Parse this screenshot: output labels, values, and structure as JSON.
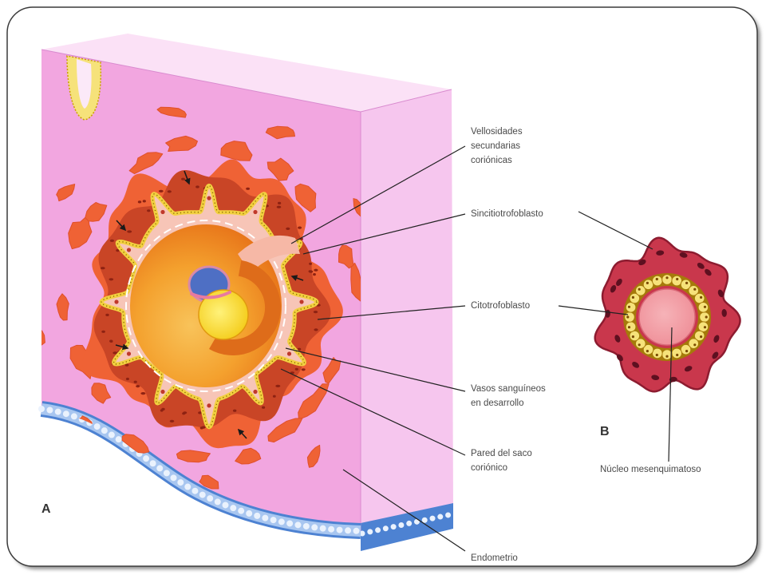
{
  "panels": {
    "a": "A",
    "b": "B"
  },
  "labels": {
    "vellosidades": [
      "Vellosidades",
      "secundarias",
      "coriónicas"
    ],
    "sincitiotrofoblasto": "Sincitiotrofoblasto",
    "citotrofoblasto": "Citotrofoblasto",
    "vasos": [
      "Vasos sanguíneos",
      "en desarrollo"
    ],
    "pared": [
      "Pared del saco",
      "coriónico"
    ],
    "endometrio": "Endometrio",
    "nucleo": "Núcleo mesenquimatoso"
  },
  "colors": {
    "frame_stroke": "#3a3a3a",
    "frame_shadow": "#9a9a9a",
    "front_face": "#f2a6e0",
    "top_face": "#fbe1f6",
    "right_face": "#f6c6ee",
    "face_edge": "#d98bcf",
    "epithelium_dark": "#4d82d2",
    "epithelium": "#a8c6f0",
    "epithelium_cell": "#eaf2fd",
    "gland": "#f6e27a",
    "gland_edge": "#c8a000",
    "gland_lumen": "#fbe9f8",
    "lacuna": "#ef6235",
    "lacuna_edge": "#e0502a",
    "syncytio": "#c94526",
    "syncytio_nucleus": "#8e2212",
    "villus_core": "#f7c5b7",
    "cytotrophoblast": "#f2d040",
    "cytotrophoblast_dots": "#8a6a00",
    "vessel": "#c0392b",
    "membrane": "#ffffff",
    "cavity_light": "#f8c35a",
    "cavity_mid": "#f4a12e",
    "cavity": "#e8761a",
    "stalk": "#f6b8a6",
    "crescent": "#de6c1a",
    "amnion": "#4e6fc4",
    "amnion_edge": "#d88aa8",
    "yolk_light": "#fff27a",
    "yolk_sac": "#f4cd1c",
    "yolk_edge": "#e09a10",
    "embryo_disc": "#e87aa0",
    "b_syncytio": "#c9374c",
    "b_syncytio_edge": "#8d1c30",
    "b_nucleus": "#5e1020",
    "b_cell": "#f6e27a",
    "b_cell_edge": "#a57a0a",
    "b_cell_nucleus": "#7a4a00",
    "b_core_light": "#f6b3b8",
    "b_core": "#ef8f98",
    "b_core_edge": "#d86a78"
  }
}
